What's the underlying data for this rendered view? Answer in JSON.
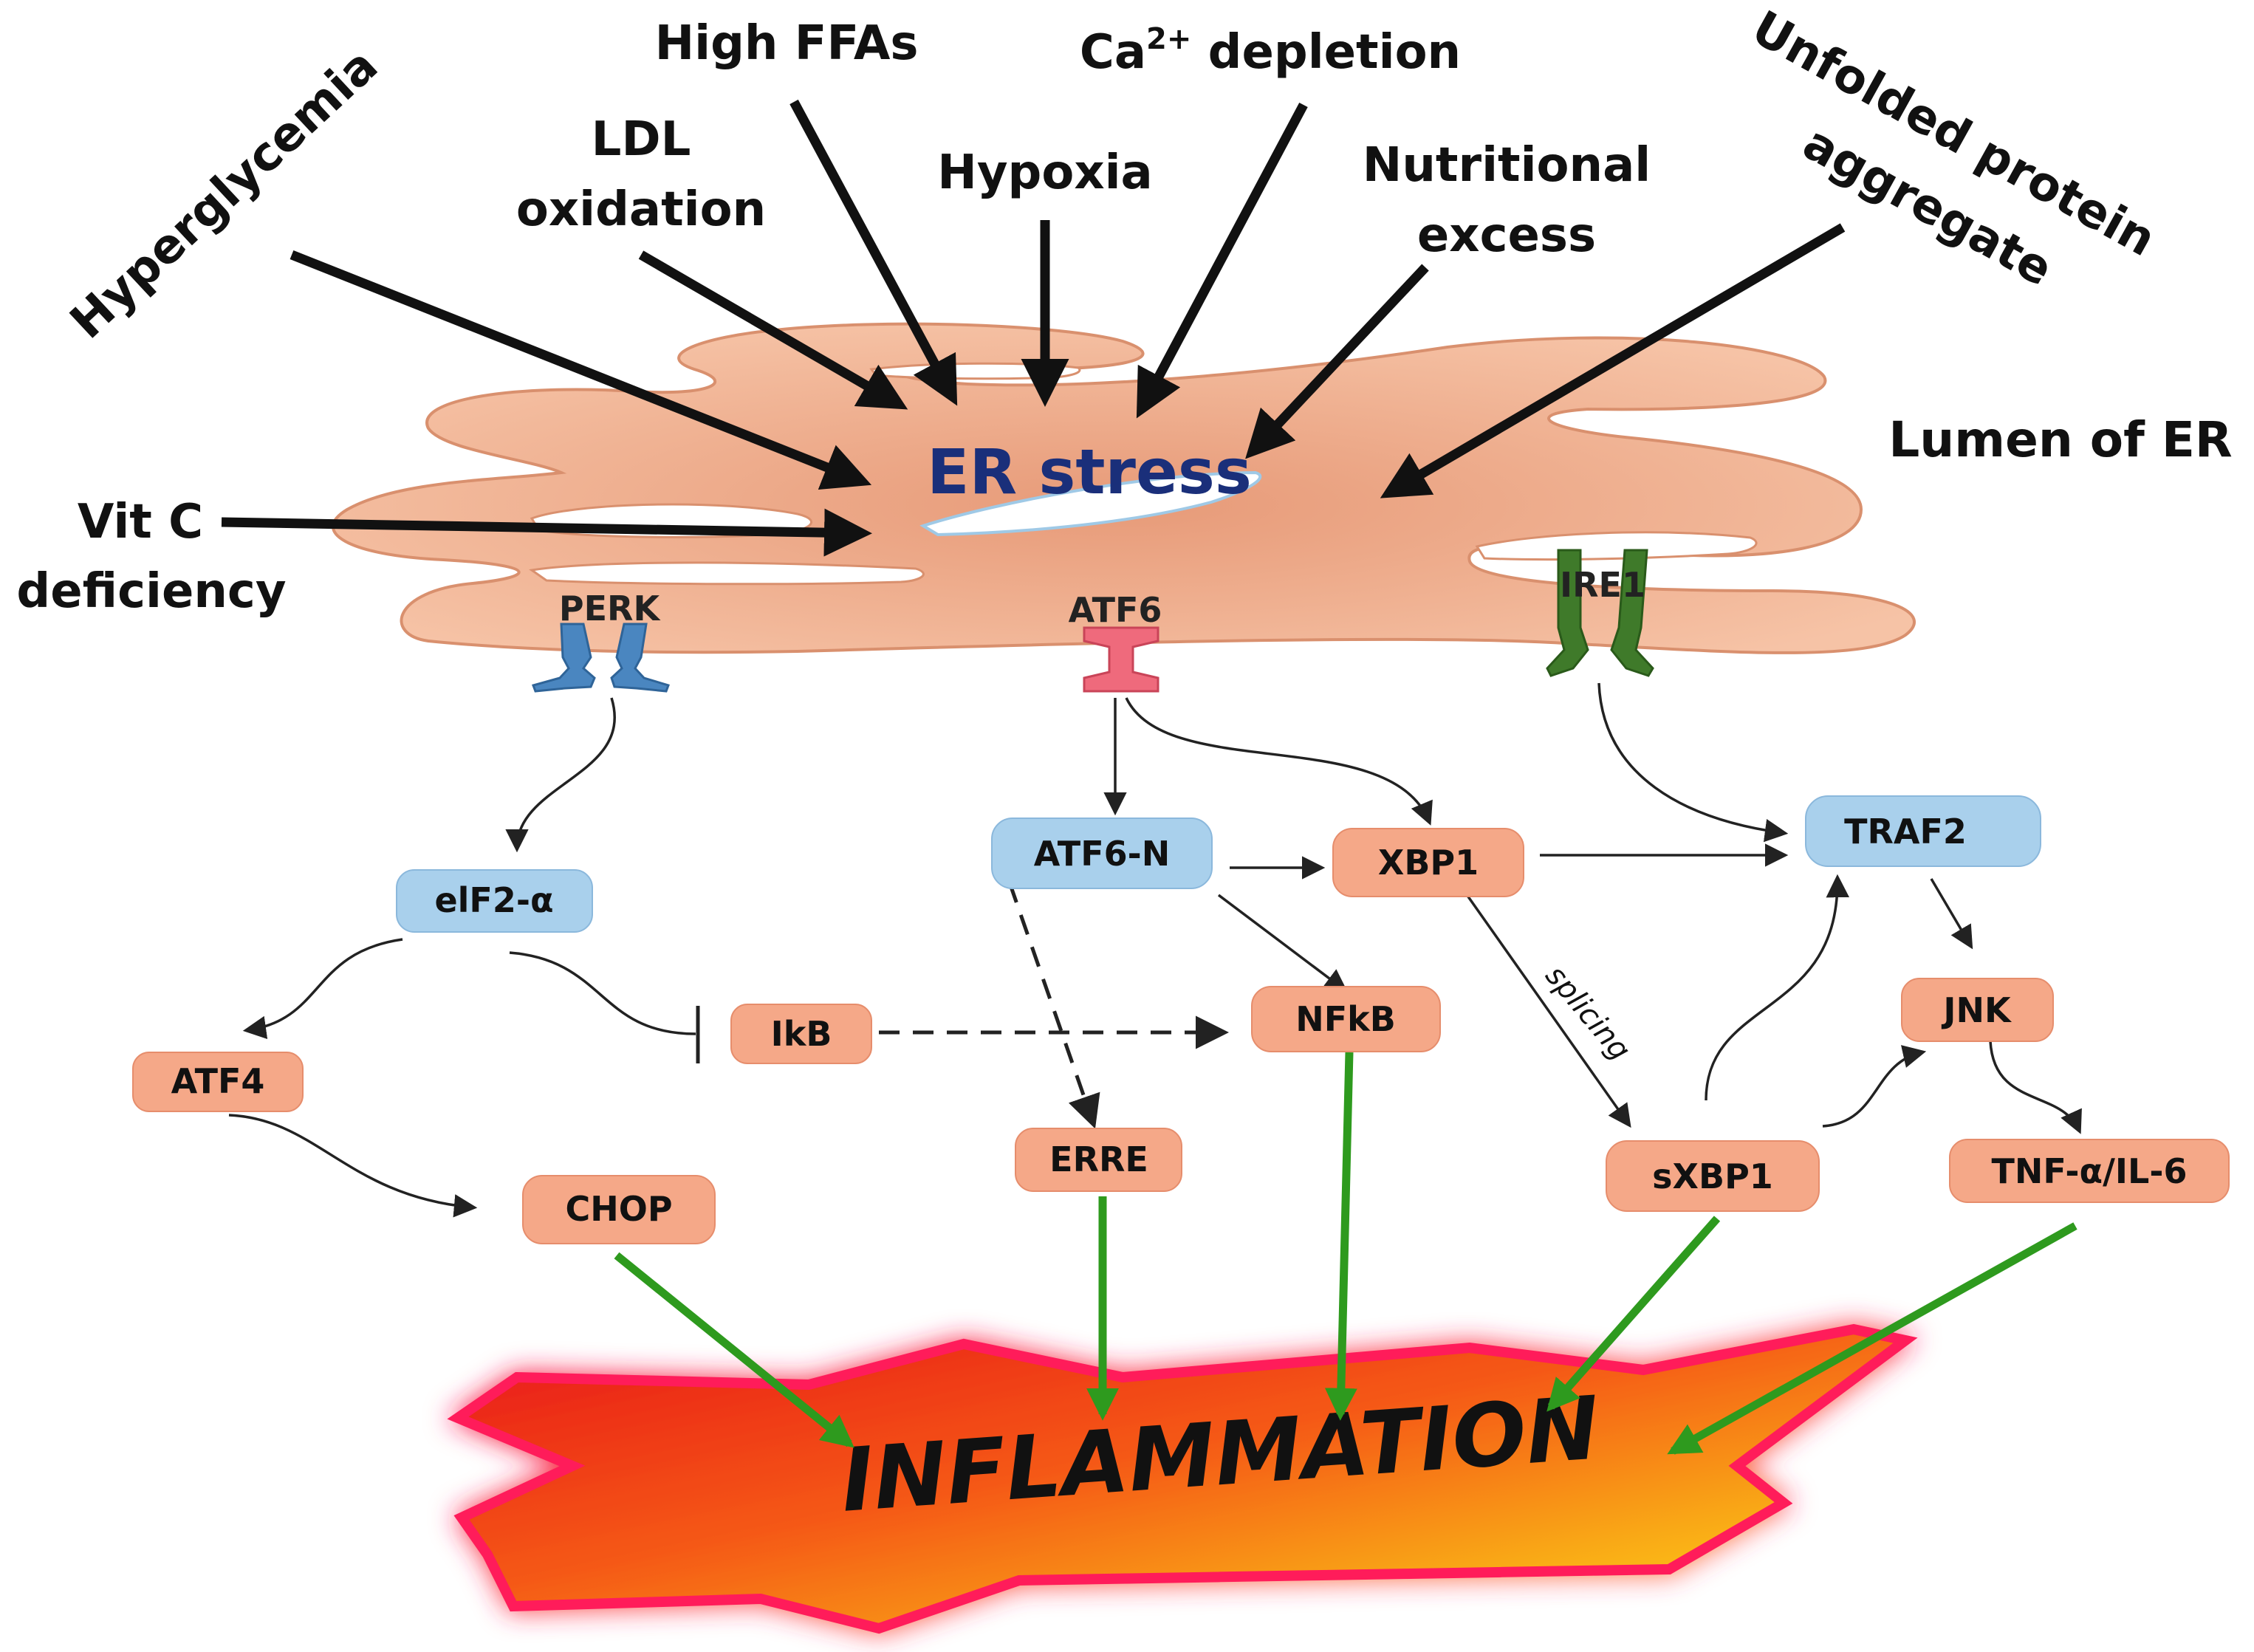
{
  "stimuli": {
    "hyperglycemia": "Hyperglycemia",
    "ldl_line1": "LDL",
    "ldl_line2": "oxidation",
    "high_ffas": "High FFAs",
    "hypoxia": "Hypoxia",
    "calcium_prefix": "Ca",
    "calcium_sup": "2+",
    "calcium_suffix": " depletion",
    "nutritional_line1": "Nutritional",
    "nutritional_line2": "excess",
    "unfolded_line1": "Unfolded protein",
    "unfolded_line2": "aggregate",
    "vitc_line1": "Vit C",
    "vitc_line2": "deficiency"
  },
  "er": {
    "title": "ER stress",
    "lumen_label": "Lumen of ER"
  },
  "receptors": {
    "perk": "PERK",
    "atf6": "ATF6",
    "ire1": "IRE1"
  },
  "nodes": {
    "eif2a": "elF2-α",
    "atf4": "ATF4",
    "chop": "CHOP",
    "ikb": "IkB",
    "atf6n": "ATF6-N",
    "erre": "ERRE",
    "xbp1": "XBP1",
    "nfkb": "NFkB",
    "sxbp1": "sXBP1",
    "traf2": "TRAF2",
    "jnk": "JNK",
    "tnf": "TNF-α/IL-6"
  },
  "edge_labels": {
    "splicing": "splicing"
  },
  "outcome": {
    "label": "INFLAMMATION"
  },
  "colors": {
    "er_fill": "#f0b090",
    "salmon_node": "#f5a888",
    "blue_node": "#a9d0ec",
    "perk_receptor": "#4a86c0",
    "atf6_receptor": "#ef6a7c",
    "ire1_receptor": "#3f7a2a",
    "green_arrow": "#2e9a1e"
  }
}
